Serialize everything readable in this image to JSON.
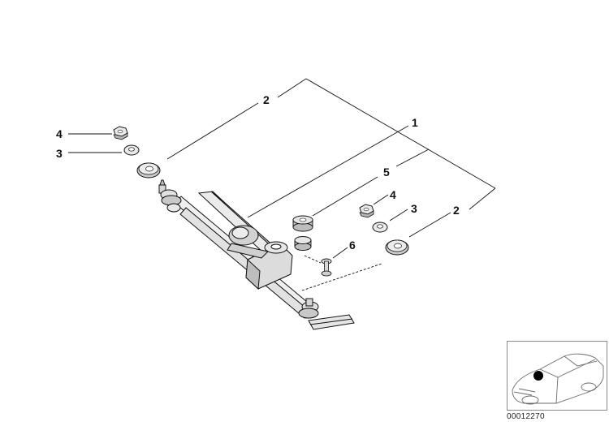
{
  "diagram": {
    "callouts": [
      {
        "id": "c1",
        "label": "1"
      },
      {
        "id": "c2a",
        "label": "2"
      },
      {
        "id": "c2b",
        "label": "2"
      },
      {
        "id": "c3a",
        "label": "3"
      },
      {
        "id": "c3b",
        "label": "3"
      },
      {
        "id": "c4a",
        "label": "4"
      },
      {
        "id": "c4b",
        "label": "4"
      },
      {
        "id": "c5",
        "label": "5"
      },
      {
        "id": "c6",
        "label": "6"
      }
    ],
    "reference_code": "00012270"
  },
  "colors": {
    "line": "#111111",
    "part_fill": "#e9e9e9",
    "part_shade": "#b5b5b5",
    "inset_border": "#8a8a8a",
    "locator_dot": "#000000"
  },
  "icons": {
    "car_locator": "car-outline-icon"
  }
}
